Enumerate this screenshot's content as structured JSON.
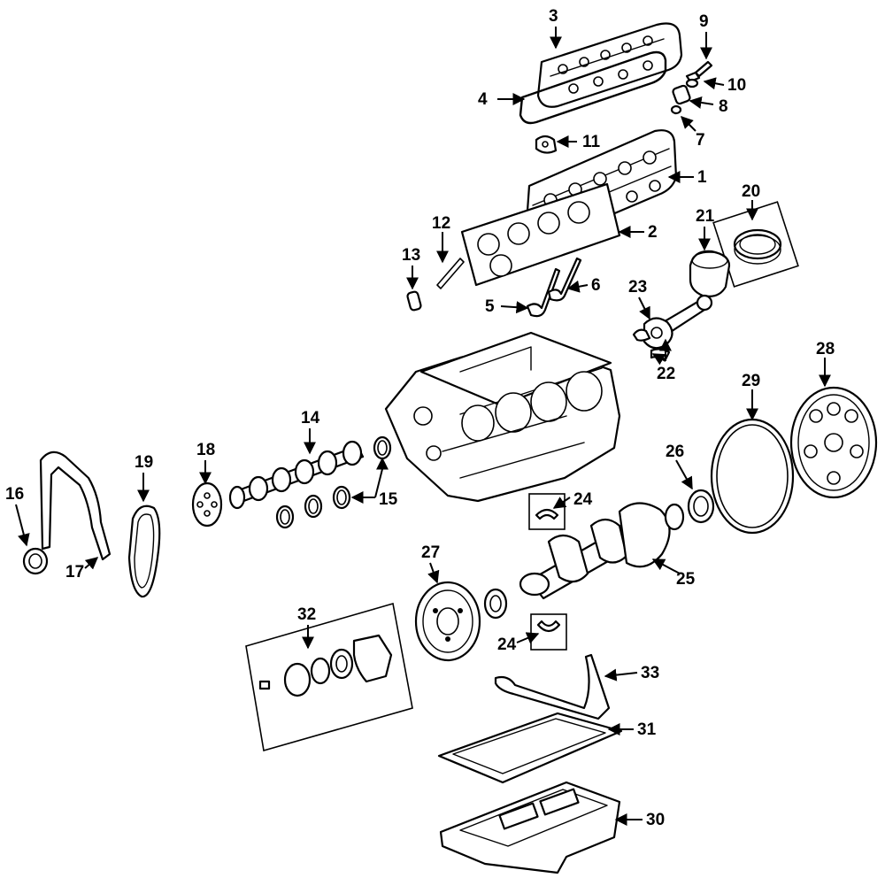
{
  "callouts": {
    "c1": "1",
    "c2": "2",
    "c3": "3",
    "c4": "4",
    "c5": "5",
    "c6": "6",
    "c7": "7",
    "c8": "8",
    "c9": "9",
    "c10": "10",
    "c11": "11",
    "c12": "12",
    "c13": "13",
    "c14": "14",
    "c15": "15",
    "c16": "16",
    "c17": "17",
    "c18": "18",
    "c19": "19",
    "c20": "20",
    "c21": "21",
    "c22": "22",
    "c23": "23",
    "c24a": "24",
    "c24b": "24",
    "c25": "25",
    "c26": "26",
    "c27": "27",
    "c28": "28",
    "c29": "29",
    "c30": "30",
    "c31": "31",
    "c32": "32",
    "c33": "33"
  }
}
